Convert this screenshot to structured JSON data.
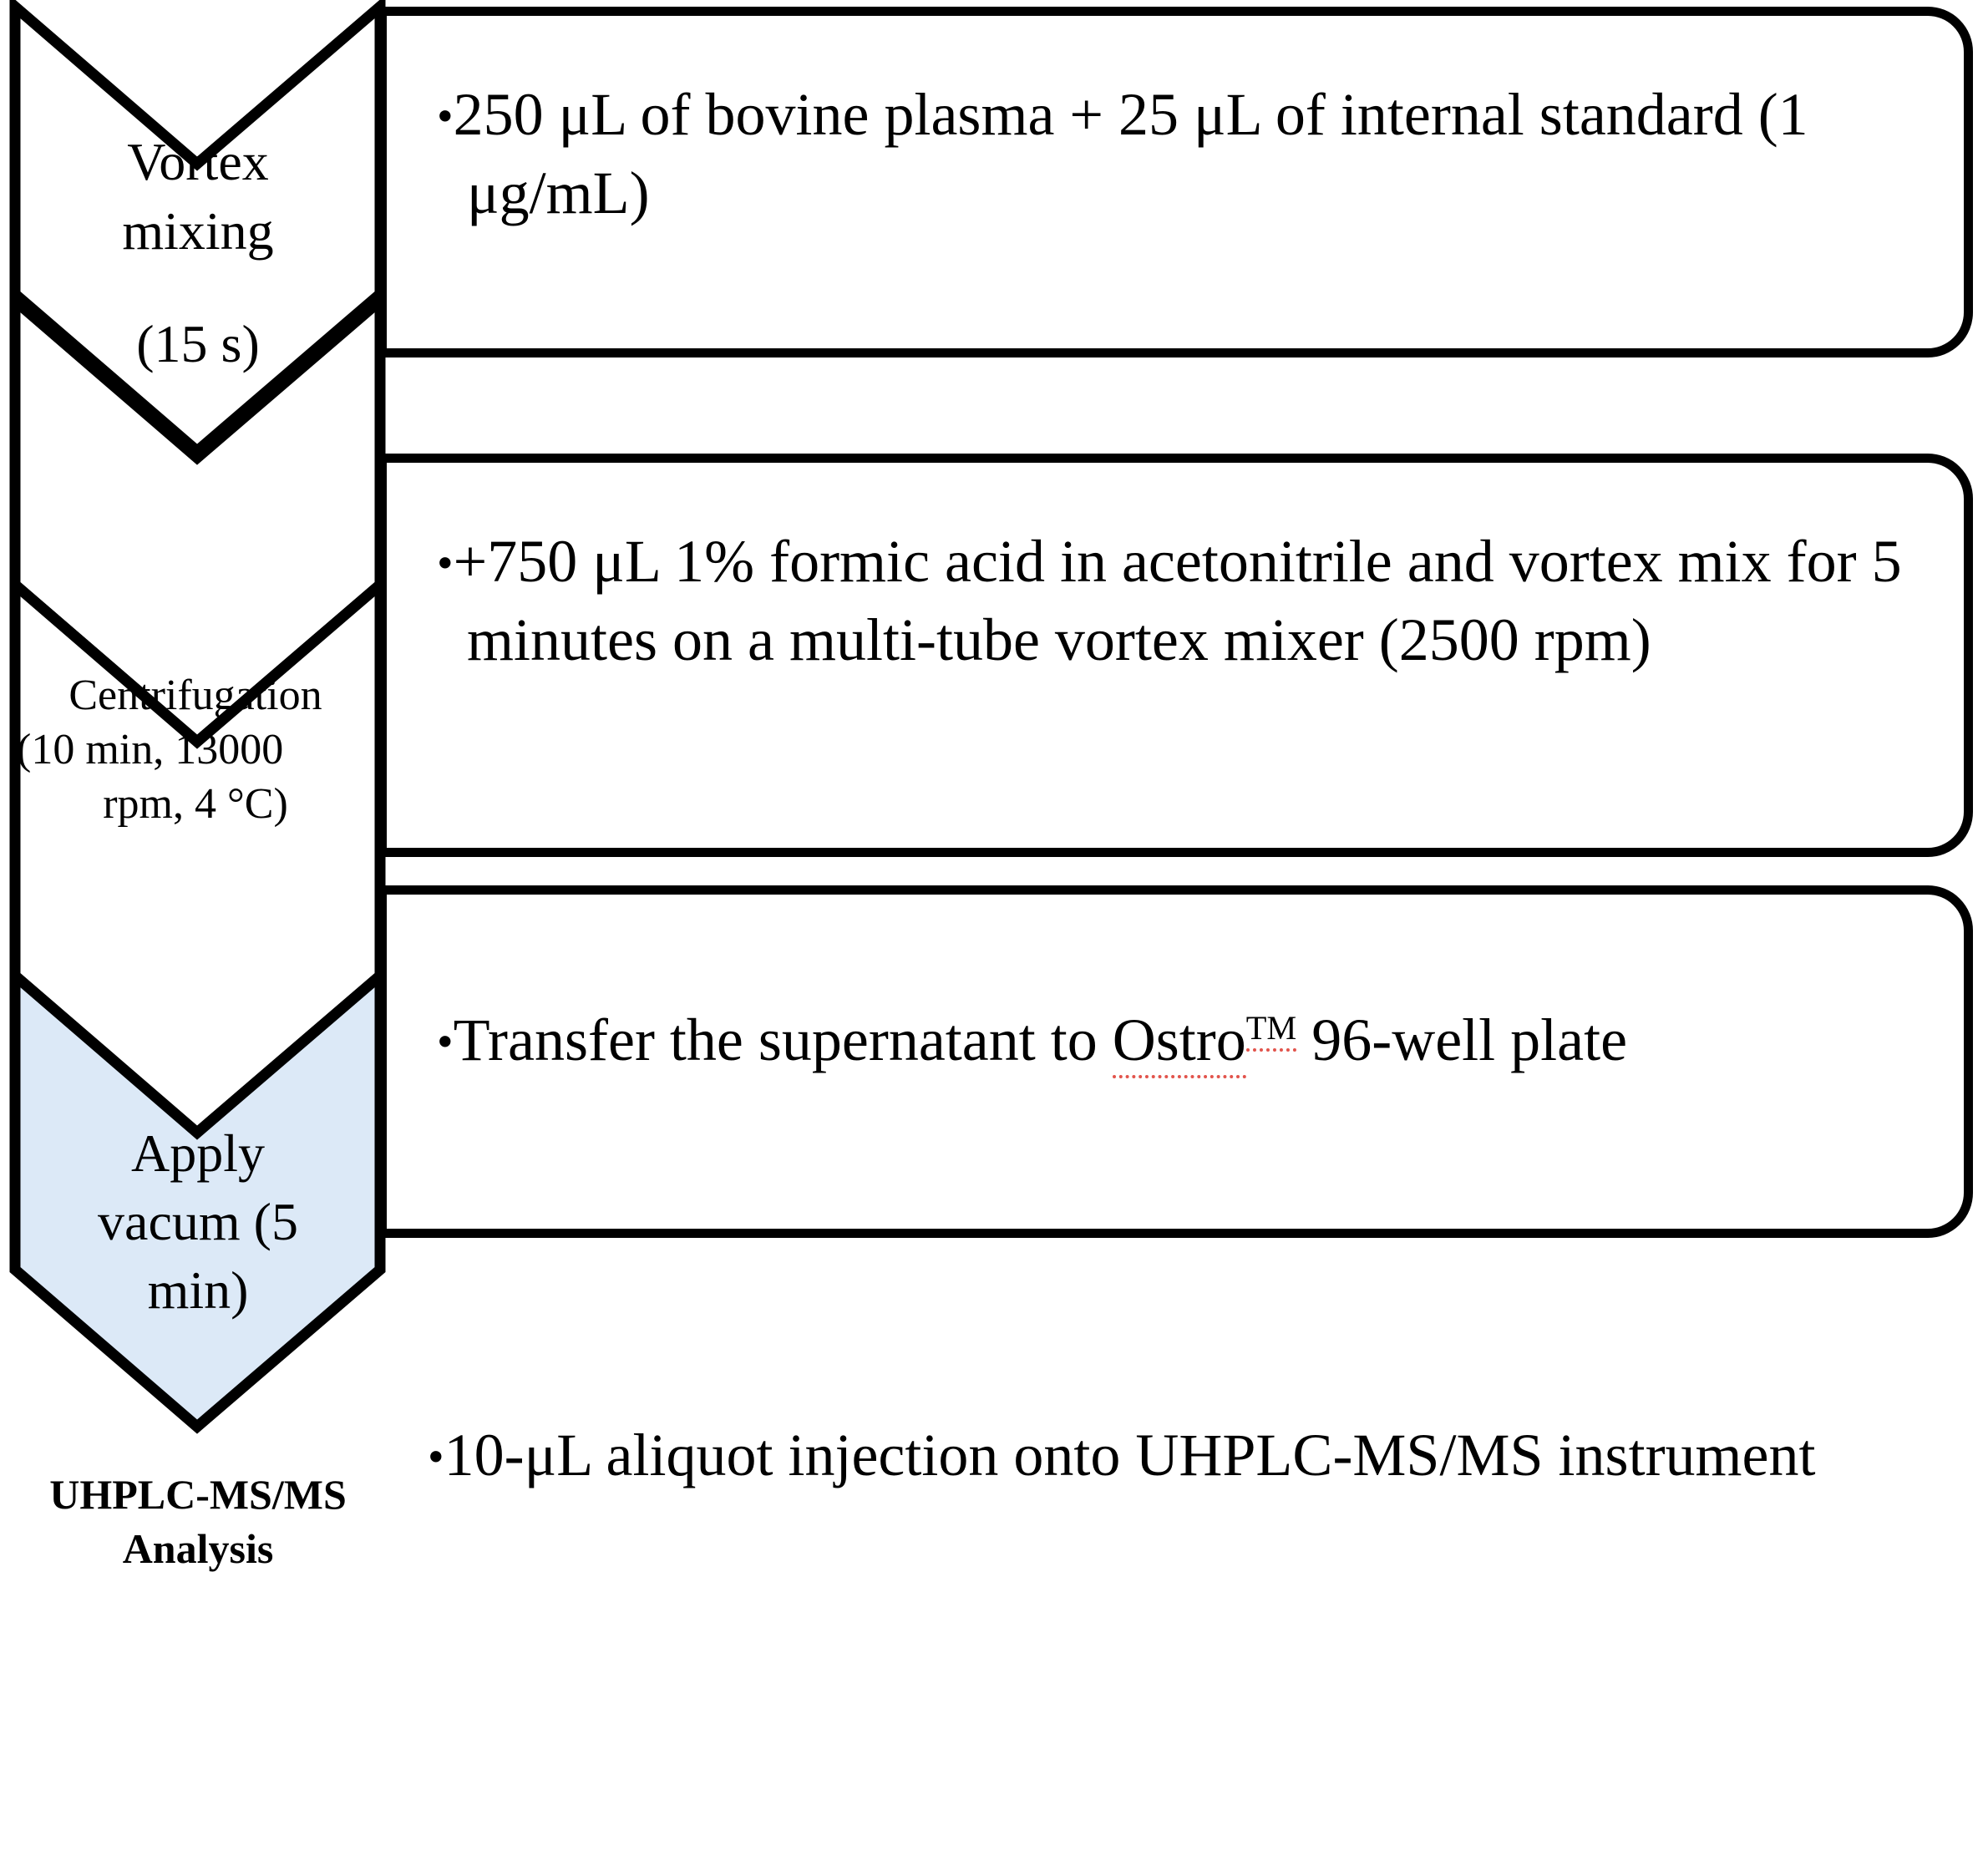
{
  "figure": {
    "type": "flowchart",
    "orientation": "vertical",
    "description": "Bovine plasma sample preparation workflow leading to UHPLC-MS/MS analysis",
    "accent_color": "#dce9f7",
    "line_color": "#000000",
    "background_color": "#ffffff"
  },
  "steps": [
    {
      "id": "step-1",
      "chevron": {
        "lines": [
          "Vortex",
          "mixing",
          "(15 s)"
        ],
        "filled": false,
        "fill_color": "#ffffff"
      },
      "callout": {
        "bullet": "•",
        "text_before": "250 μL of bovine plasma + 25 μL of internal standard (1 μg/mL)",
        "bordered": true
      }
    },
    {
      "id": "step-2",
      "chevron": {
        "lines": [
          "Centrifugation",
          "(10 min, 13000",
          "rpm,  4 °C)"
        ],
        "filled": false,
        "fill_color": "#ffffff"
      },
      "callout": {
        "bullet": "•",
        "text_before": "+750 μL 1% formic acid in acetonitrile and vortex mix for 5 minutes on a multi-tube vortex mixer (2500 rpm)",
        "bordered": true
      }
    },
    {
      "id": "step-3",
      "chevron": {
        "lines": [
          "Apply",
          "vacum    (5",
          "min)"
        ],
        "filled": false,
        "fill_color": "#ffffff"
      },
      "callout": {
        "bullet": "•",
        "text_before": "Transfer the supernatant to ",
        "trademark_word": "Ostro",
        "trademark_mark": "TM",
        "text_after": " 96-well plate",
        "bordered": true,
        "spellcheck_underline": true
      }
    },
    {
      "id": "step-4",
      "chevron": {
        "lines": [
          "UHPLC-MS/MS",
          "Analysis"
        ],
        "filled": true,
        "fill_color": "#dce9f7",
        "bold": true
      },
      "callout": {
        "bullet": "•",
        "text_before": "10-μL aliquot injection onto UHPLC-MS/MS instrument",
        "bordered": false
      }
    }
  ]
}
